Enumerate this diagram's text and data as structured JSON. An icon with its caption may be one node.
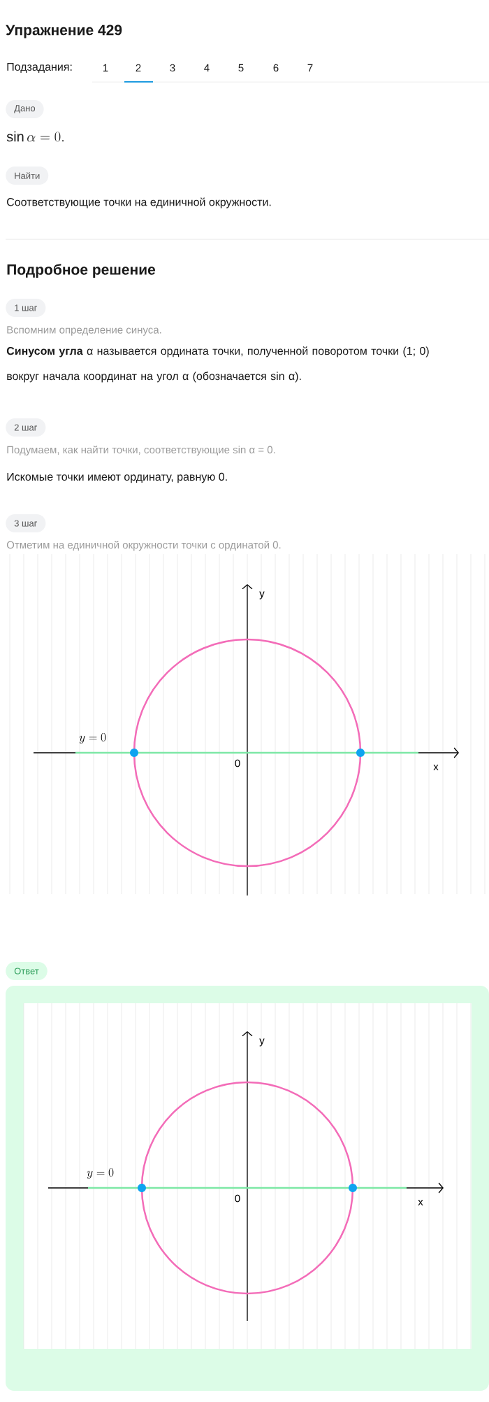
{
  "diagram": {
    "title": "Упражнение 429",
    "nodes": [
      {
        "text": [
          "Дано"
        ]
      },
      {
        "text": [
          "Найти"
        ]
      },
      {
        "text": [
          "1 шаг"
        ]
      },
      {
        "text": [
          "2 шаг"
        ]
      },
      {
        "text": [
          "3 шаг"
        ]
      },
      {
        "text": [
          "Ответ"
        ]
      }
    ],
    "labels": [
      "Подзадания:",
      "1",
      "2",
      "3",
      "4",
      "5",
      "6",
      "7",
      "\\sin \\alpha = 0.",
      "Соответствующие точки на единичной окружности.",
      "Подробное решение",
      "Вспомним определение синуса.",
      "**Синусом угла** α называется ордината точки, полученной поворотом точки (1; 0) вокруг начала координат на угол α (обозначается sin α).",
      "Подумаем, как найти точки, соответствующие sin α = 0.",
      "Искомые точки имеют ординату, равную 0.",
      "Отметим на единичной окружности точки с ординатой 0.",
      "y = 0",
      "y",
      "0",
      "x",
      "y = 0",
      "y",
      "0",
      "x"
    ]
  }
}
